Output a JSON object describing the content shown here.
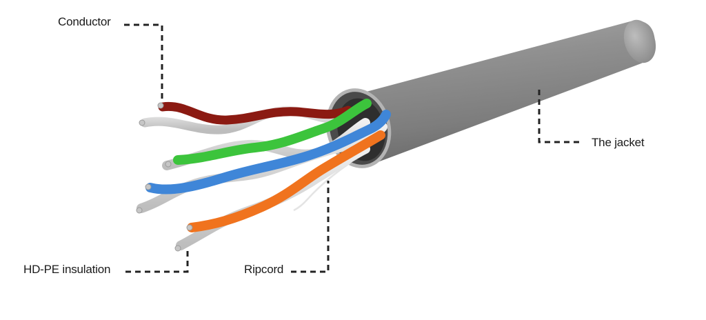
{
  "labels": {
    "conductor": "Conductor",
    "jacket": "The jacket",
    "insulation": "HD-PE insulation",
    "ripcord": "Ripcord"
  },
  "colors": {
    "jacket": "#8e8e8e",
    "brown_pair": "#8b1a12",
    "green_pair": "#3cc43c",
    "blue_pair": "#3f86d8",
    "orange_pair": "#f0731e",
    "white_strand": "#dcdcdc",
    "copper_tip": "#b8b8b8"
  },
  "components": [
    "Conductor",
    "The jacket",
    "HD-PE insulation",
    "Ripcord"
  ]
}
